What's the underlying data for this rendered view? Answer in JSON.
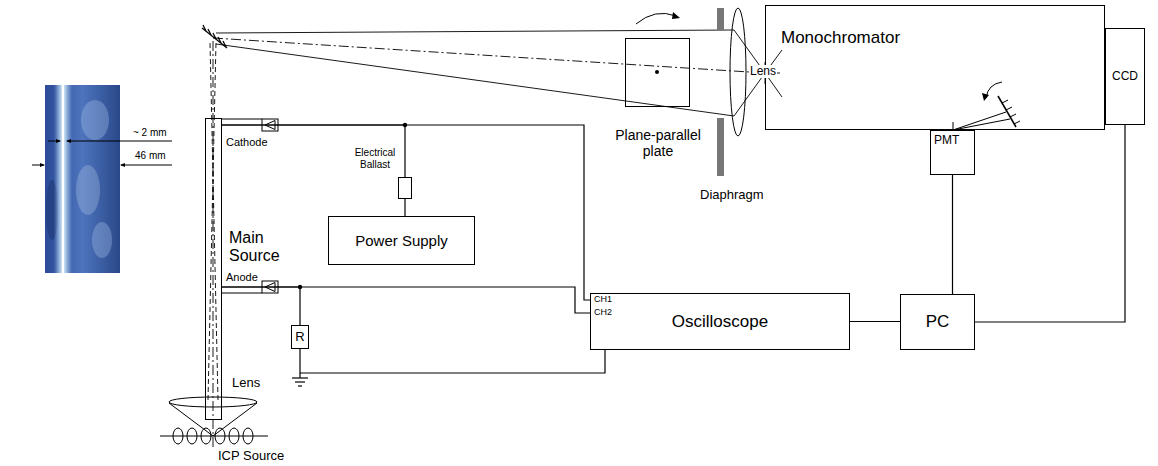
{
  "diagram": {
    "nodes": [
      {
        "text": [
          "Plane-parallel plate"
        ]
      },
      {
        "text": [
          "Monochromator"
        ]
      },
      {
        "text": [
          "CCD"
        ]
      },
      {
        "text": [
          "PMT"
        ]
      },
      {
        "text": [
          "Main Source"
        ]
      },
      {
        "text": [
          "Electrical Ballast"
        ]
      },
      {
        "text": [
          "Power Supply"
        ]
      },
      {
        "text": [
          "R"
        ]
      },
      {
        "text": [
          "Oscilloscope"
        ]
      },
      {
        "text": [
          "PC"
        ]
      }
    ],
    "edges": [
      {
        "from": 4,
        "to": 5,
        "arrow": "none"
      },
      {
        "from": 5,
        "to": 6,
        "arrow": "none"
      },
      {
        "from": 4,
        "to": 8,
        "arrow": "none"
      },
      {
        "from": 4,
        "to": 8,
        "arrow": "none"
      },
      {
        "from": 4,
        "to": 7,
        "arrow": "none"
      },
      {
        "from": 7,
        "to": 8,
        "arrow": "none"
      },
      {
        "from": 8,
        "to": 9,
        "arrow": "none"
      },
      {
        "from": 3,
        "to": 9,
        "arrow": "none"
      },
      {
        "from": 2,
        "to": 9,
        "arrow": "none"
      }
    ],
    "labels": [
      "~ 2 mm",
      "46 mm",
      "Cathode",
      "Lens",
      "Diaphragm",
      "Anode",
      "Lens",
      "ICP Source",
      "CH1",
      "CH2"
    ]
  }
}
